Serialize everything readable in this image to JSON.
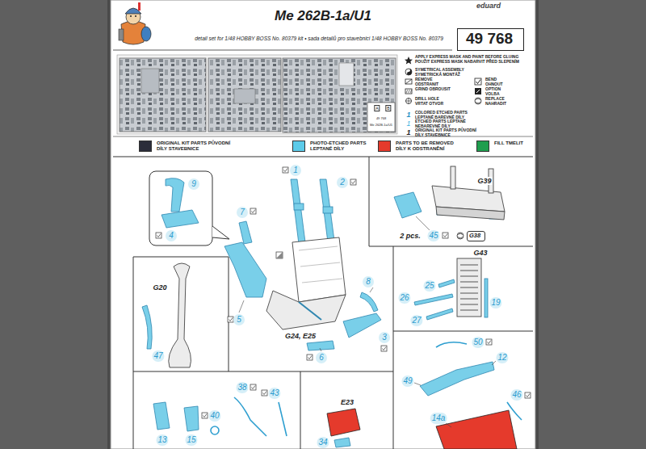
{
  "diagram": {
    "title": "Me 262B-1a/U1",
    "nodes": [
      {
        "text": [
          "49 768"
        ]
      },
      {
        "text": [
          "G38"
        ]
      }
    ],
    "labels": [
      "eduard",
      "detail set for 1/48 HOBBY BOSS No. 80379 kit • sada detailů pro stavebnici 1/48 HOBBY BOSS No. 80379",
      "A",
      "B",
      "49 768",
      "Me 262B-1a/U1",
      "1",
      "1",
      "1",
      "9",
      "4",
      "7",
      "1",
      "2",
      "G39",
      "45",
      "2 pcs.",
      "G20",
      "8",
      "G24, E25",
      "5",
      "3",
      "6",
      "47",
      "25",
      "26",
      "27",
      "G43",
      "19",
      "50",
      "12",
      "49",
      "46",
      "14a",
      "38",
      "43",
      "40",
      "13",
      "15",
      "E23",
      "34"
    ],
    "legend": [
      {
        "text": "APPLY EXPRESS MASK AND PAINT BEFORE GLUING POUŽIT EXPRESS MASK NABARVIT PŘED SLEPENÍM"
      },
      {
        "text": "SYMETRICAL ASSEMBLY SYMETRICKÁ MONTÁŽ"
      },
      {
        "text": "REMOVE ODSTRANIT"
      },
      {
        "text": "BEND OHNOUT"
      },
      {
        "text": "GRIND OBROUSIT"
      },
      {
        "text": "OPTION VOLBA"
      },
      {
        "text": "DRILL HOLE VRTAT OTVOR"
      },
      {
        "text": "REPLACE NAHRADIT"
      },
      {
        "text": "COLORED ETCHED PARTS LEPTANÉ BAREVNÉ DÍLY"
      },
      {
        "text": "ETCHED PARTS LEPTANÉ NEBAREVNÉ DÍLY"
      },
      {
        "text": "ORIGINAL KIT PARTS PŮVODNÍ DÍLY STAVEBNICE"
      },
      {
        "text": "ORIGINAL KIT PARTS PŮVODNÍ DÍLY STAVEBNICE",
        "color": "#2b2d3a"
      },
      {
        "text": "PHOTO-ETCHED PARTS LEPTANÉ DÍLY",
        "color": "#5ccbe9"
      },
      {
        "text": "PARTS TO BE REMOVED DÍLY K ODSTRANĚNÍ",
        "color": "#e53a2c"
      },
      {
        "text": "FILL TMELIT",
        "color": "#1f9e4e"
      }
    ]
  }
}
